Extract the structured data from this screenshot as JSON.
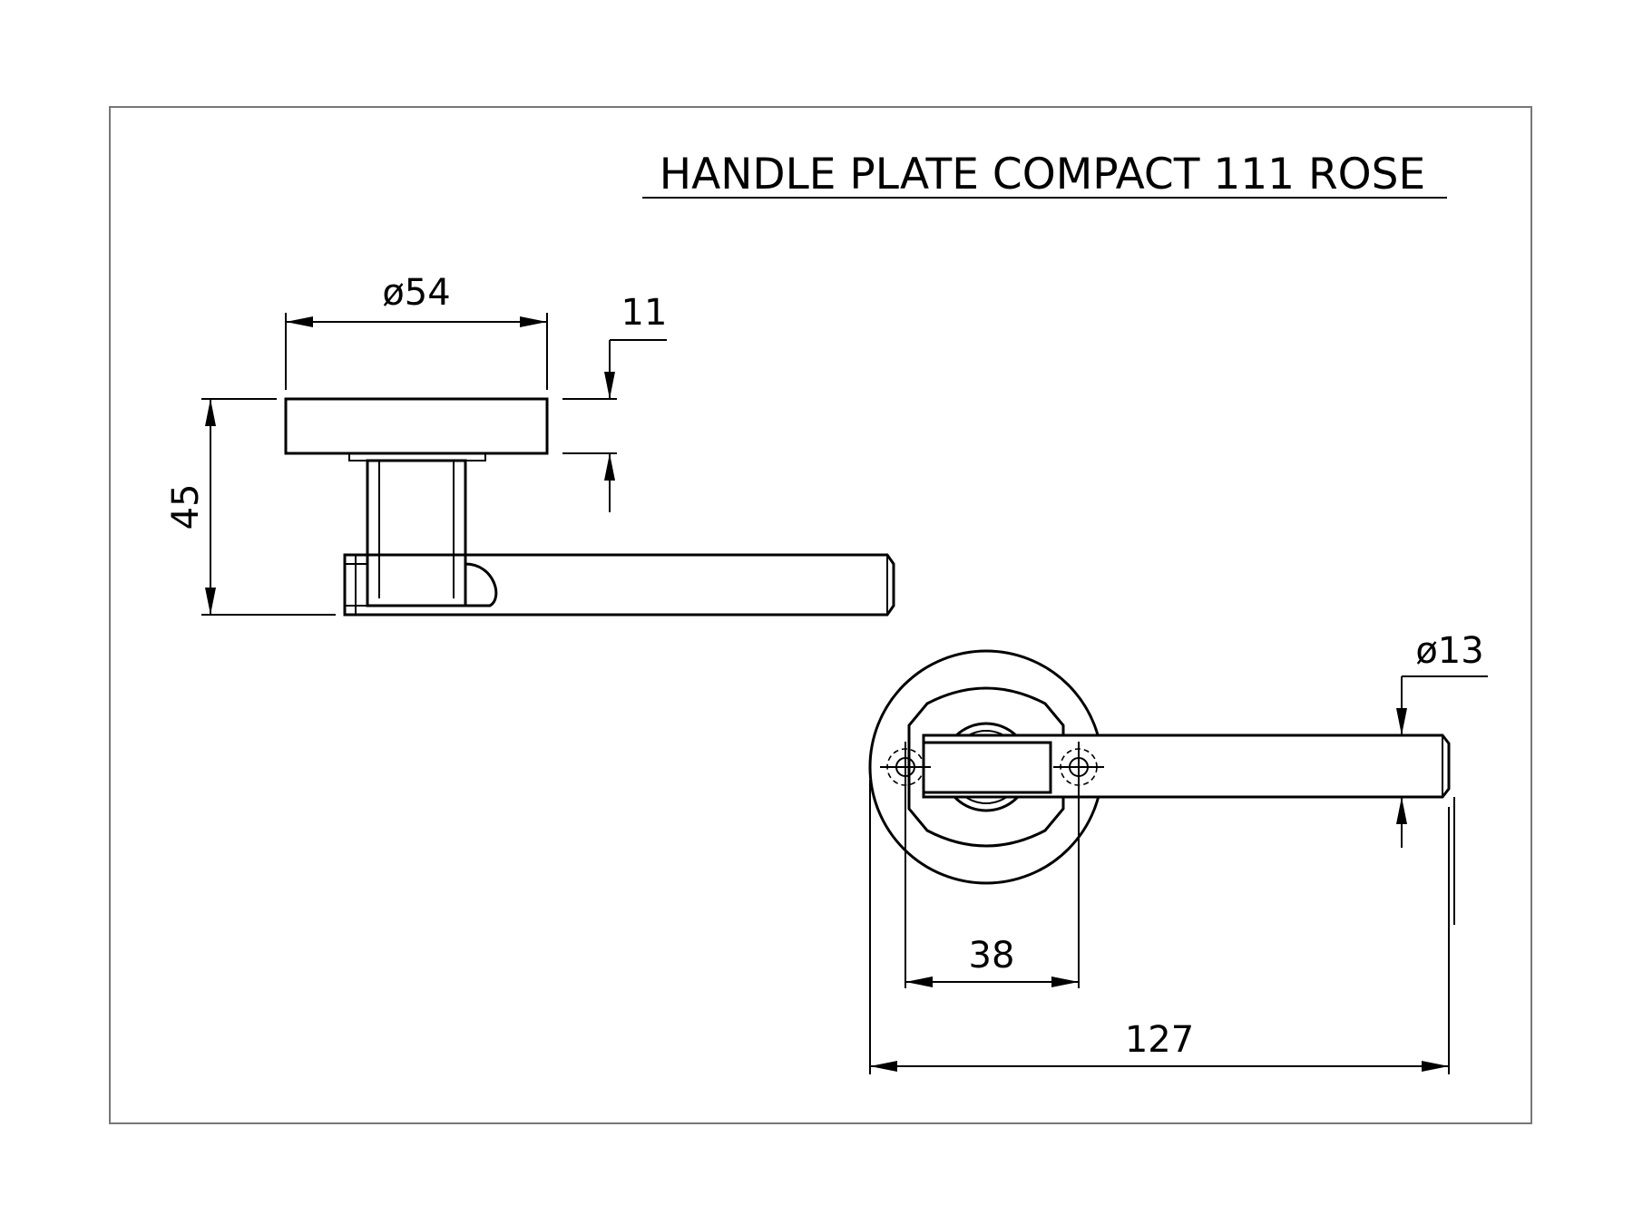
{
  "title": "HANDLE PLATE COMPACT 111 ROSE",
  "side_view": {
    "rose_diameter_label": "ø54",
    "rose_thickness_label": "11",
    "overall_height_label": "45"
  },
  "front_view": {
    "lever_diameter_label": "ø13",
    "hole_spacing_label": "38",
    "overall_length_label": "127"
  }
}
